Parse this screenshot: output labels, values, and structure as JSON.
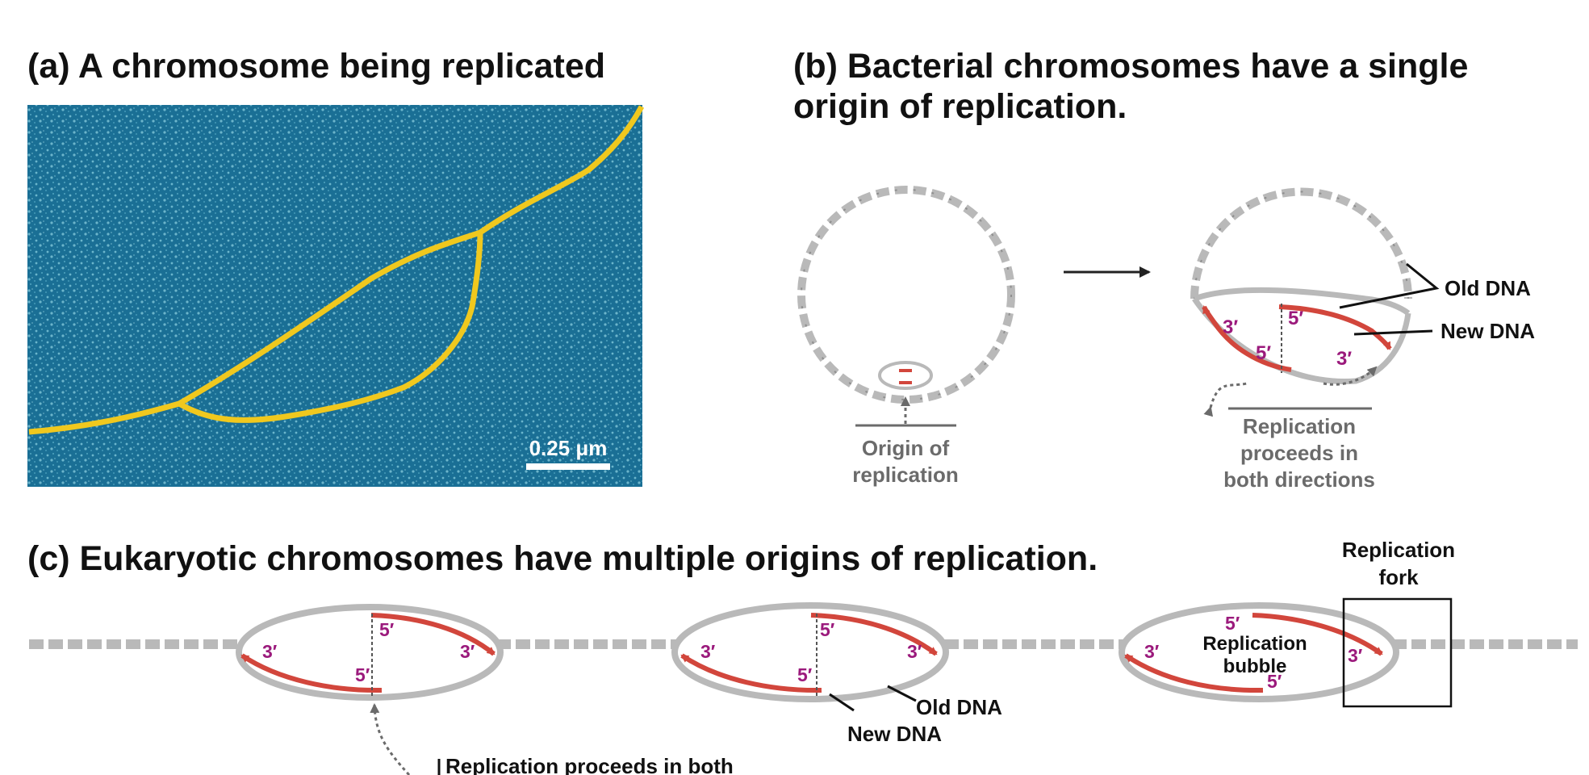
{
  "panel_a": {
    "title": "(a) A chromosome being replicated",
    "scale_bar_label": "0.25 μm",
    "colors": {
      "background": "#1a6f95",
      "dna": "#f0c81e"
    }
  },
  "panel_b": {
    "title_line1": "(b) Bacterial chromosomes have a single",
    "title_line2": "origin of replication.",
    "origin_label_line1": "Origin of",
    "origin_label_line2": "replication",
    "old_dna_label": "Old DNA",
    "new_dna_label": "New DNA",
    "proceeds_line1": "Replication",
    "proceeds_line2": "proceeds in",
    "proceeds_line3": "both directions",
    "prime_3": "3′",
    "prime_5": "5′"
  },
  "panel_c": {
    "title": "(c) Eukaryotic chromosomes have multiple origins of replication.",
    "fork_label_line1": "Replication",
    "fork_label_line2": "fork",
    "bubble_label_line1": "Replication",
    "bubble_label_line2": "bubble",
    "old_dna_label": "Old DNA",
    "new_dna_label": "New DNA",
    "proceeds_label": "Replication proceeds in both",
    "prime_3": "3′",
    "prime_5": "5′"
  },
  "colors": {
    "new_strand": "#d2463c",
    "prime_label": "#9b1a7c",
    "old_strand": "#b9b9b9",
    "label_gray": "#6b6b6b"
  }
}
